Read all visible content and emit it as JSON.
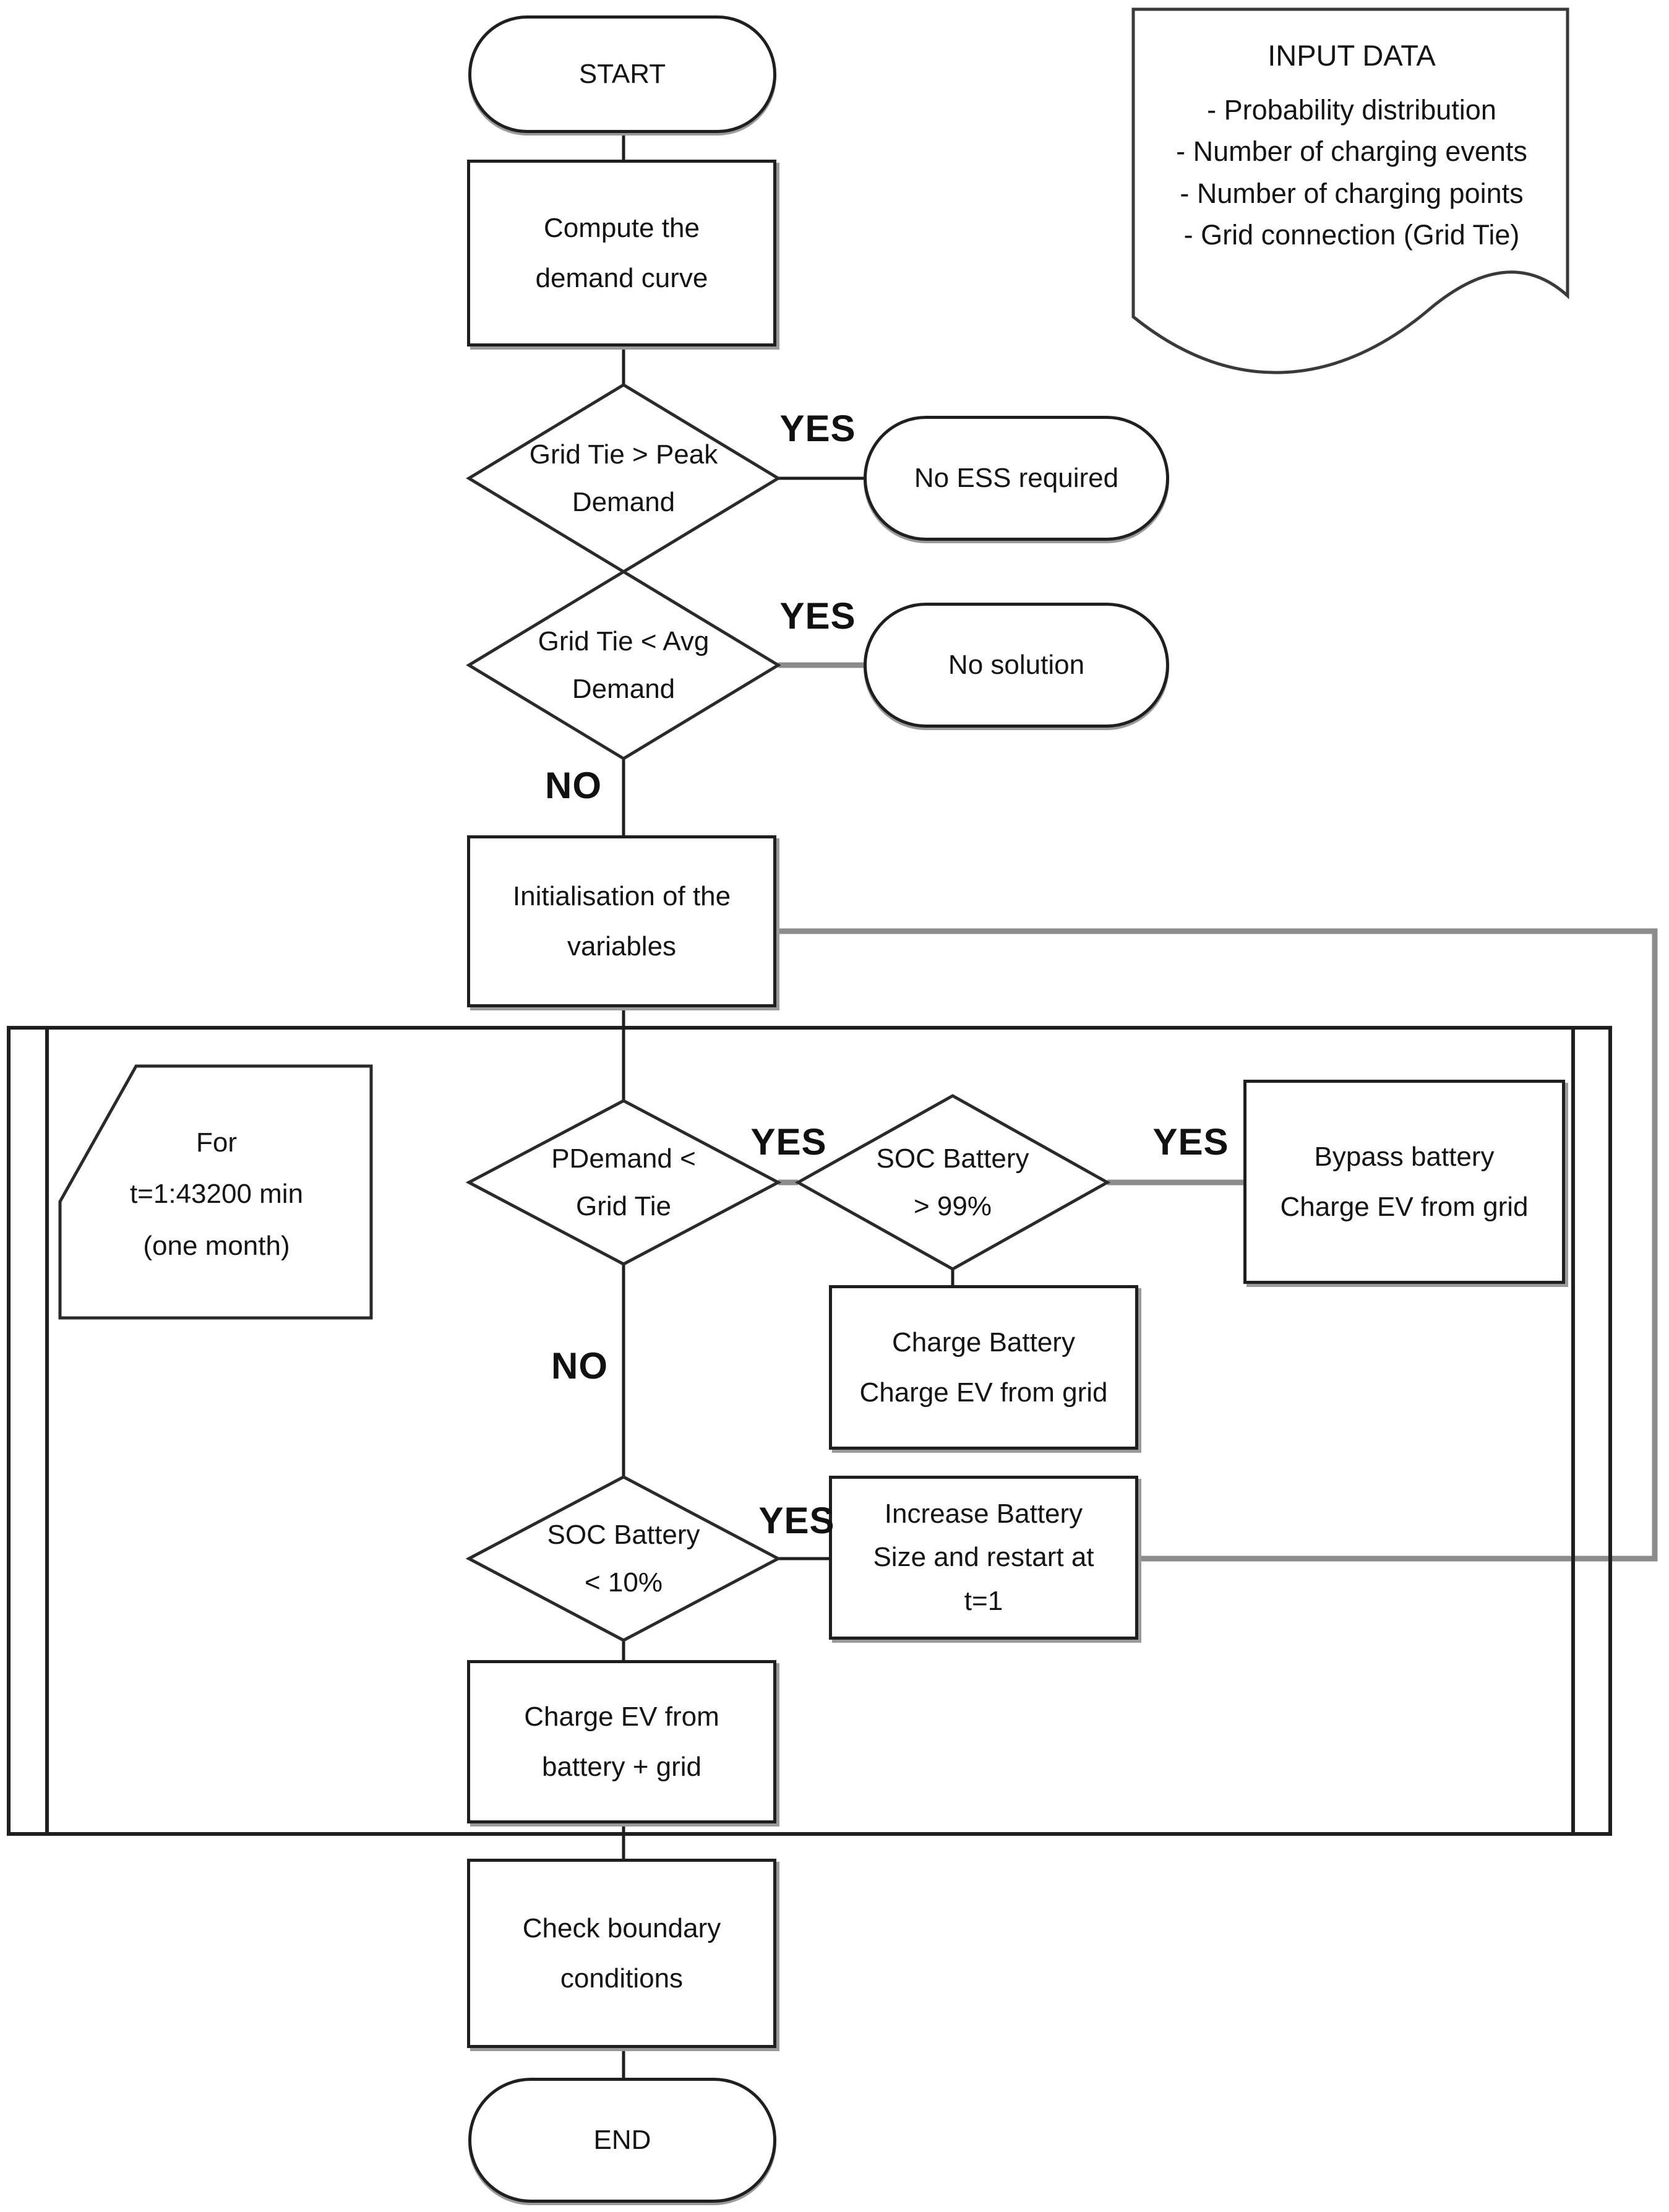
{
  "diagram": {
    "background": "#ffffff",
    "stroke": "#1f1f1f",
    "accent_gray": "#8c8c8c",
    "type": "flowchart"
  },
  "nodes": {
    "start": {
      "label": "START",
      "shape": "terminator"
    },
    "compute": {
      "label": "Compute the\ndemand curve",
      "shape": "process"
    },
    "input_data": {
      "title": "INPUT DATA",
      "items": [
        "- Probability distribution",
        "- Number of charging events",
        "- Number of charging points",
        "- Grid connection (Grid Tie)"
      ],
      "shape": "document"
    },
    "d_peak": {
      "label": "Grid Tie > Peak\nDemand",
      "shape": "decision"
    },
    "no_ess": {
      "label": "No ESS required",
      "shape": "terminator"
    },
    "d_avg": {
      "label": "Grid Tie < Avg\nDemand",
      "shape": "decision"
    },
    "no_solution": {
      "label": "No solution",
      "shape": "terminator"
    },
    "init": {
      "label": "Initialisation of the\nvariables",
      "shape": "process"
    },
    "for_loop": {
      "label": "For\nt=1:43200 min\n(one month)",
      "shape": "loop-card"
    },
    "d_pdemand": {
      "label": "PDemand <\nGrid Tie",
      "shape": "decision"
    },
    "d_soc99": {
      "label": "SOC Battery\n> 99%",
      "shape": "decision"
    },
    "bypass": {
      "label": "Bypass battery\nCharge EV from grid",
      "shape": "process"
    },
    "charge_battery": {
      "label": "Charge Battery\nCharge EV from grid",
      "shape": "process"
    },
    "d_soc10": {
      "label": "SOC Battery\n< 10%",
      "shape": "decision"
    },
    "increase": {
      "label": "Increase Battery\nSize and restart at\nt=1",
      "shape": "process"
    },
    "charge_ev": {
      "label": "Charge EV from\nbattery + grid",
      "shape": "process"
    },
    "check": {
      "label": "Check boundary\nconditions",
      "shape": "process"
    },
    "end": {
      "label": "END",
      "shape": "terminator"
    }
  },
  "edge_labels": {
    "yes_peak": "YES",
    "yes_avg": "YES",
    "no_avg": "NO",
    "yes_pdemand": "YES",
    "yes_soc99": "YES",
    "no_pdemand": "NO",
    "yes_soc10": "YES"
  }
}
